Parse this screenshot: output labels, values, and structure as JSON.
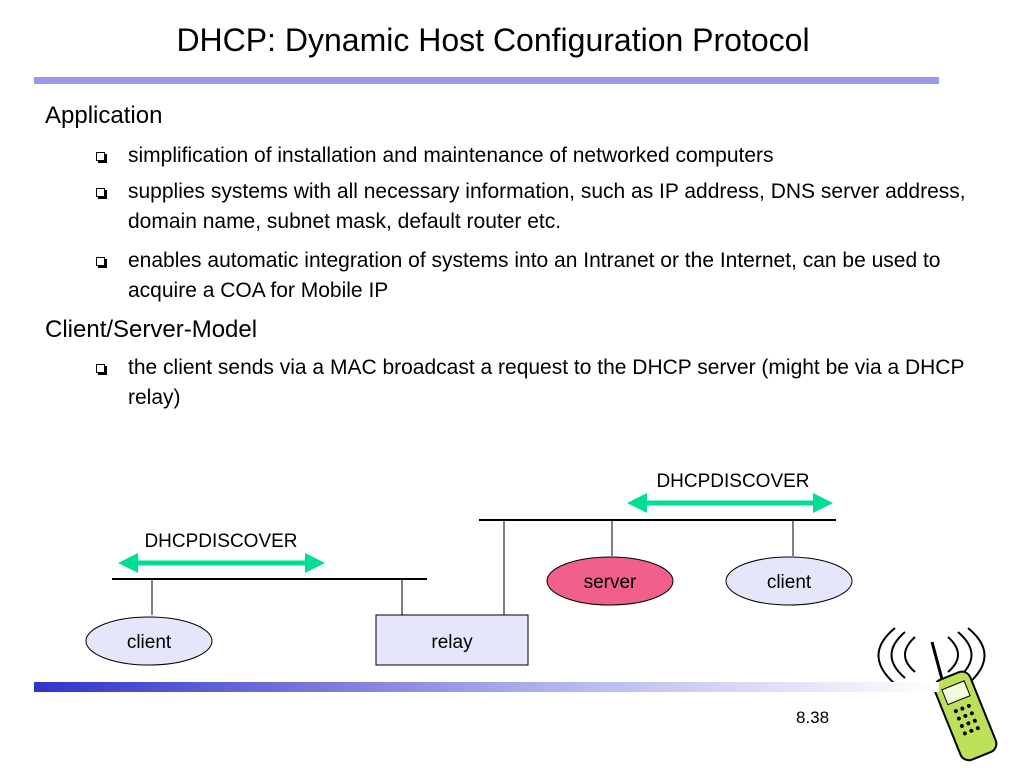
{
  "title": "DHCP: Dynamic Host Configuration Protocol",
  "sections": [
    {
      "heading": "Application",
      "bullets": [
        "simplification of installation and maintenance of networked computers",
        "supplies systems with all necessary information, such as IP address, DNS server address, domain name, subnet mask, default router etc.",
        "enables automatic integration of systems into an Intranet or the Internet, can be used to acquire a COA for Mobile IP"
      ]
    },
    {
      "heading": "Client/Server-Model",
      "bullets": [
        "the client sends via a MAC broadcast a request to the DHCP server (might be via a DHCP relay)"
      ]
    }
  ],
  "diagram": {
    "left_message": "DHCPDISCOVER",
    "right_message": "DHCPDISCOVER",
    "nodes": {
      "left_client": "client",
      "relay": "relay",
      "server": "server",
      "right_client": "client"
    }
  },
  "colors": {
    "title_bar": "#9999ee",
    "arrow": "#00dd99",
    "server_fill": "#f0608a",
    "node_fill": "#e6e6fa",
    "phone_body": "#bde05a"
  },
  "page_number": "8.38"
}
